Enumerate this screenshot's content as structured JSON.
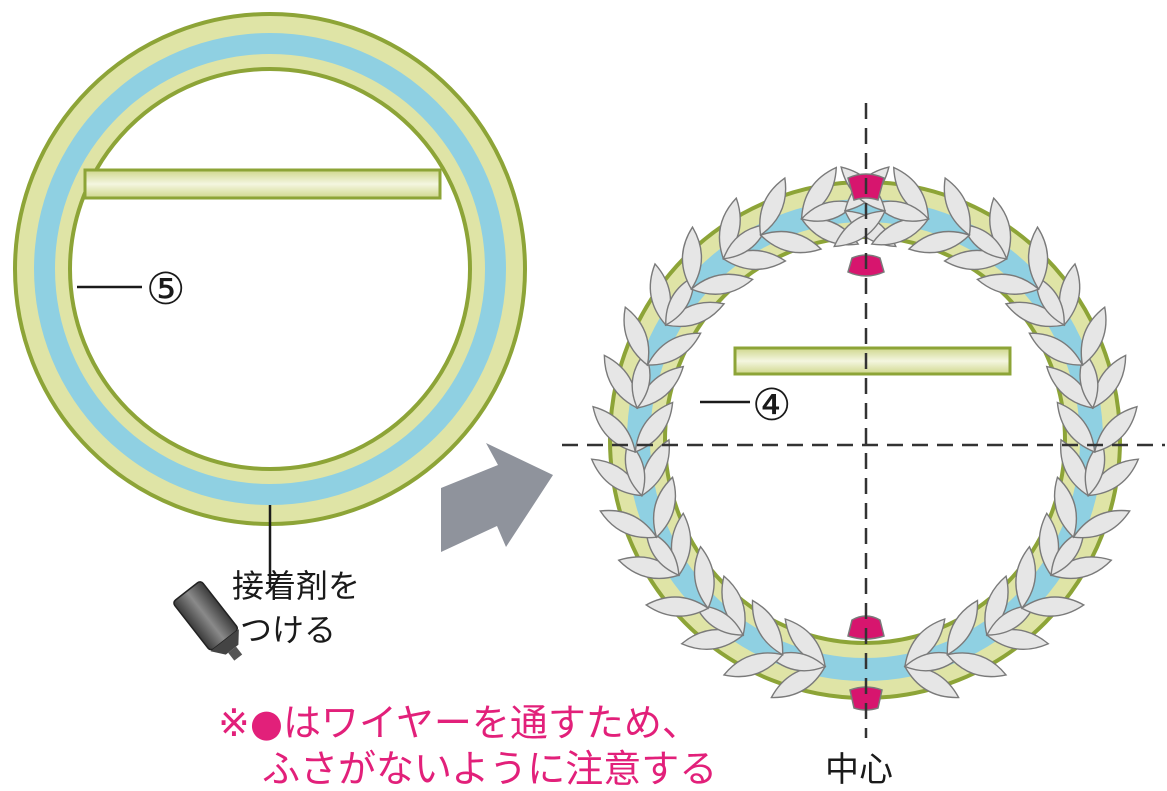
{
  "left_ring": {
    "label": "⑤"
  },
  "glue": {
    "line1": "接着剤を",
    "line2": "つける"
  },
  "right_wreath": {
    "label": "④",
    "center_label": "中心"
  },
  "note": {
    "line1": "※●はワイヤーを通すため、",
    "line2": "ふさがないように注意する"
  },
  "colors": {
    "ring_outer": "#8da437",
    "ring_fill": "#dfe4a6",
    "ring_inner": "#8fd0e2",
    "leaf_fill": "#e6e6e6",
    "leaf_stroke": "#7a7a7a",
    "hole": "#d7156e",
    "arrow": "#8f939c",
    "note": "#e2207a"
  }
}
